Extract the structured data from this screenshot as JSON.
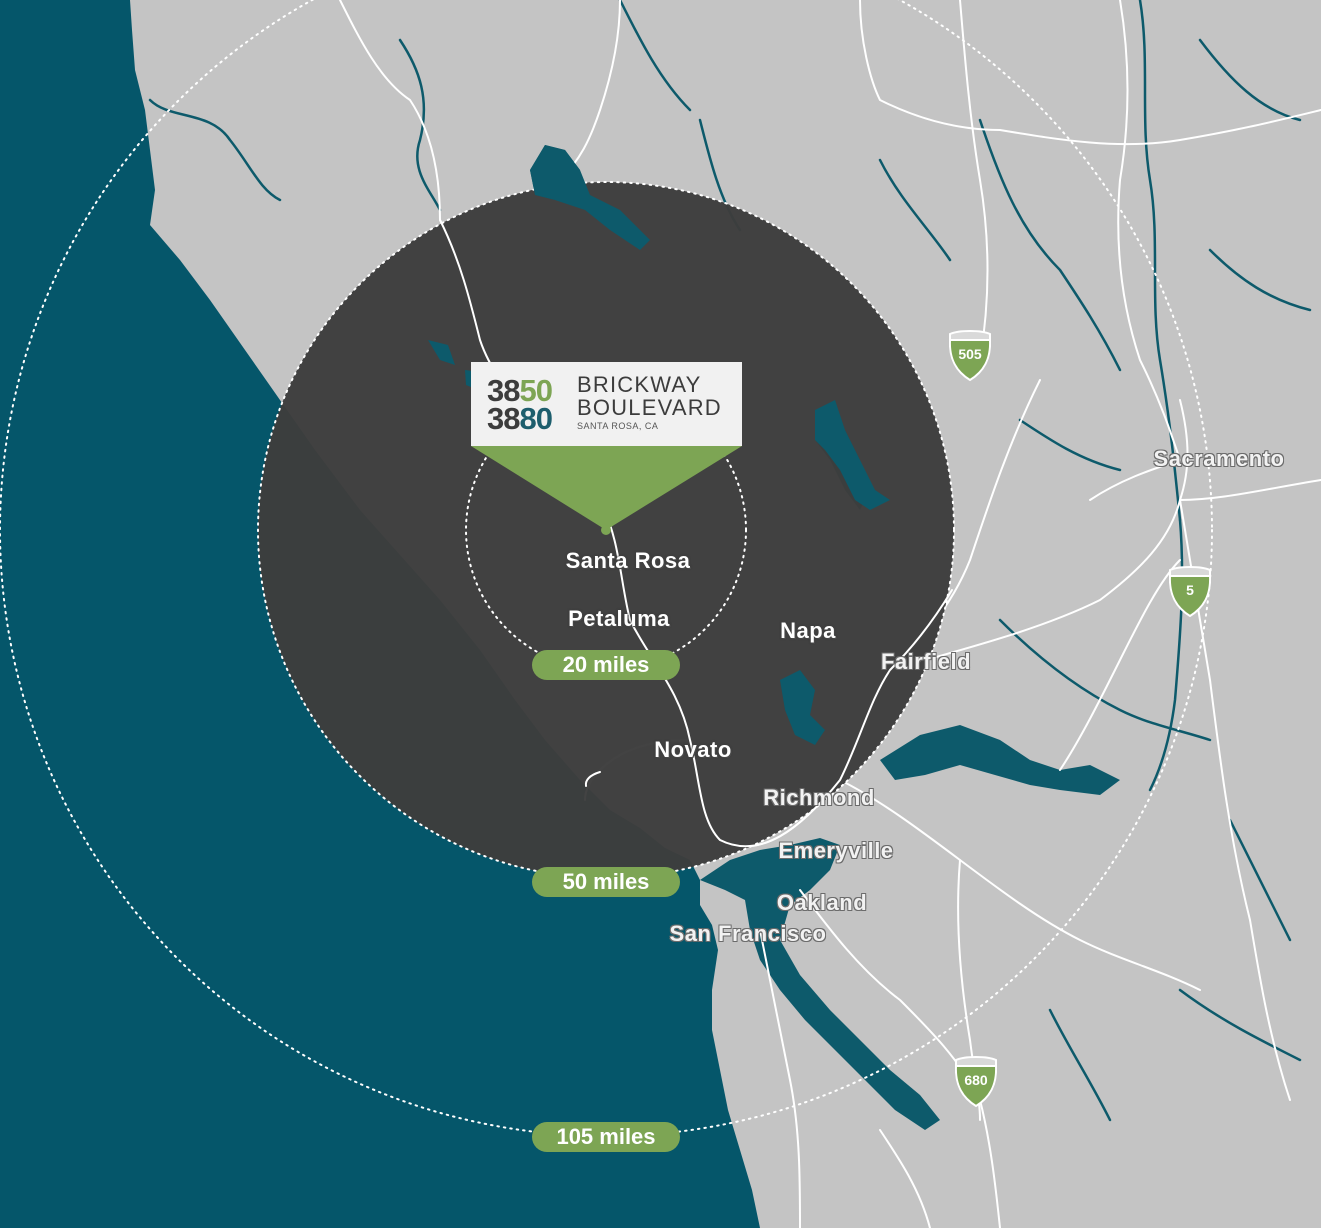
{
  "colors": {
    "ocean": "#05566a",
    "land": "#c4c4c4",
    "inner_radius_fill": "#3d3d3d",
    "accent_green": "#7da554",
    "water_teal": "#0d5a6b",
    "roads": "#ffffff"
  },
  "property": {
    "number_top_dark": "38",
    "number_top_accent": "50",
    "number_bottom_dark": "38",
    "number_bottom_accent": "80",
    "name_line1": "BRICKWAY",
    "name_line2": "BOULEVARD",
    "location": "SANTA ROSA, CA"
  },
  "radius_labels": {
    "r20": "20 miles",
    "r50": "50 miles",
    "r105": "105 miles"
  },
  "cities": {
    "santa_rosa": "Santa Rosa",
    "petaluma": "Petaluma",
    "napa": "Napa",
    "fairfield": "Fairfield",
    "novato": "Novato",
    "richmond": "Richmond",
    "emeryville": "Emeryville",
    "oakland": "Oakland",
    "san_francisco": "San Francisco",
    "sacramento": "Sacramento"
  },
  "highways": {
    "i505": "505",
    "i5": "5",
    "i680": "680"
  }
}
